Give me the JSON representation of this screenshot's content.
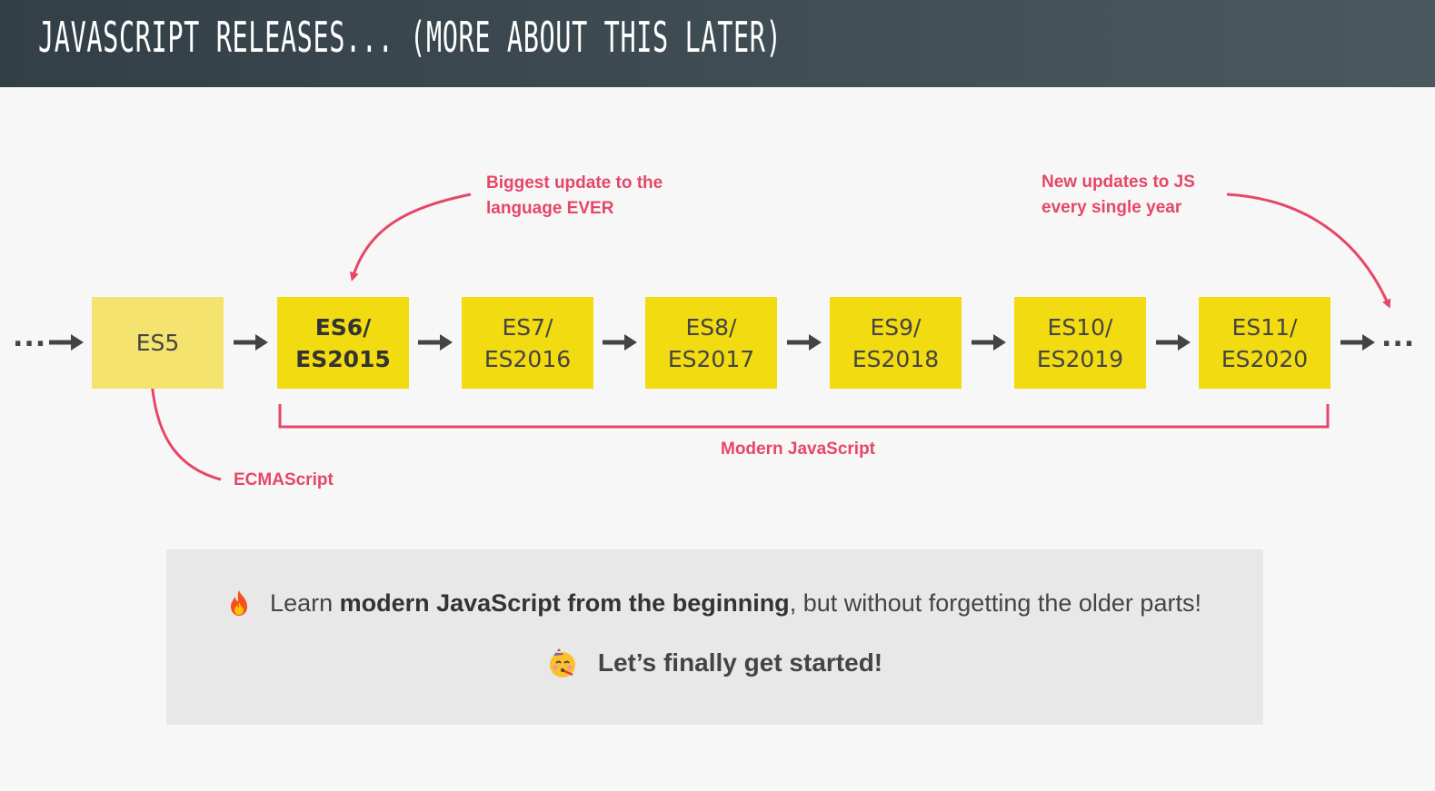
{
  "header": {
    "title": "JAVASCRIPT RELEASES... (MORE ABOUT THIS LATER)"
  },
  "timeline": {
    "ellipsis_left": "...",
    "ellipsis_right": "...",
    "releases": [
      {
        "line1": "ES5",
        "line2": ""
      },
      {
        "line1": "ES6/",
        "line2": "ES2015"
      },
      {
        "line1": "ES7/",
        "line2": "ES2016"
      },
      {
        "line1": "ES8/",
        "line2": "ES2017"
      },
      {
        "line1": "ES9/",
        "line2": "ES2018"
      },
      {
        "line1": "ES10/",
        "line2": "ES2019"
      },
      {
        "line1": "ES11/",
        "line2": "ES2020"
      }
    ]
  },
  "annotations": {
    "biggest_update_line1": "Biggest update to the",
    "biggest_update_line2": "language EVER",
    "new_updates_line1": "New updates to JS",
    "new_updates_line2": "every single year",
    "ecmascript": "ECMAScript",
    "modern_js": "Modern JavaScript"
  },
  "callout": {
    "line1_pre": "Learn ",
    "line1_bold": "modern JavaScript from the beginning",
    "line1_post": ", but without forgetting the older parts!",
    "line2": "Let’s finally get started!",
    "icon1": "fire-emoji",
    "icon2": "party-face-emoji"
  },
  "colors": {
    "accent": "#e64766",
    "box_yellow": "#f3db11",
    "box_light_yellow": "#f4e36e",
    "header_bg": "#3c4a51"
  }
}
